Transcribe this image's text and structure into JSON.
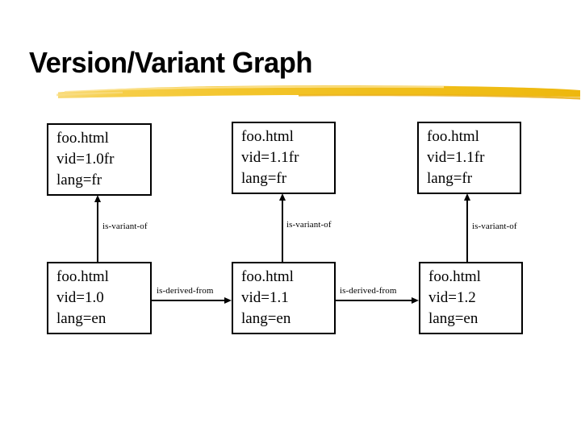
{
  "slide": {
    "title": "Version/Variant Graph",
    "accent_color": "#F2C230",
    "background_color": "#FFFFFF",
    "text_color": "#000000"
  },
  "graph": {
    "nodes": [
      {
        "id": "v10fr",
        "lines": [
          "foo.html",
          "vid=1.0fr",
          "lang=fr"
        ],
        "row": "top",
        "column": 1
      },
      {
        "id": "v11fr-a",
        "lines": [
          "foo.html",
          "vid=1.1fr",
          "lang=fr"
        ],
        "row": "top",
        "column": 2
      },
      {
        "id": "v11fr-b",
        "lines": [
          "foo.html",
          "vid=1.1fr",
          "lang=fr"
        ],
        "row": "top",
        "column": 3
      },
      {
        "id": "v10en",
        "lines": [
          "foo.html",
          "vid=1.0",
          "lang=en"
        ],
        "row": "bottom",
        "column": 1
      },
      {
        "id": "v11en",
        "lines": [
          "foo.html",
          "vid=1.1",
          "lang=en"
        ],
        "row": "bottom",
        "column": 2
      },
      {
        "id": "v12en",
        "lines": [
          "foo.html",
          "vid=1.2",
          "lang=en"
        ],
        "row": "bottom",
        "column": 3
      }
    ],
    "edges": [
      {
        "id": "e1",
        "label": "is-variant-of",
        "from": "v10en",
        "to": "v10fr",
        "direction": "up"
      },
      {
        "id": "e2",
        "label": "is-variant-of",
        "from": "v11en",
        "to": "v11fr-a",
        "direction": "up"
      },
      {
        "id": "e3",
        "label": "is-variant-of",
        "from": "v12en",
        "to": "v11fr-b",
        "direction": "up"
      },
      {
        "id": "e4",
        "label": "is-derived-from",
        "from": "v10en",
        "to": "v11en",
        "direction": "right"
      },
      {
        "id": "e5",
        "label": "is-derived-from",
        "from": "v11en",
        "to": "v12en",
        "direction": "right"
      }
    ]
  }
}
